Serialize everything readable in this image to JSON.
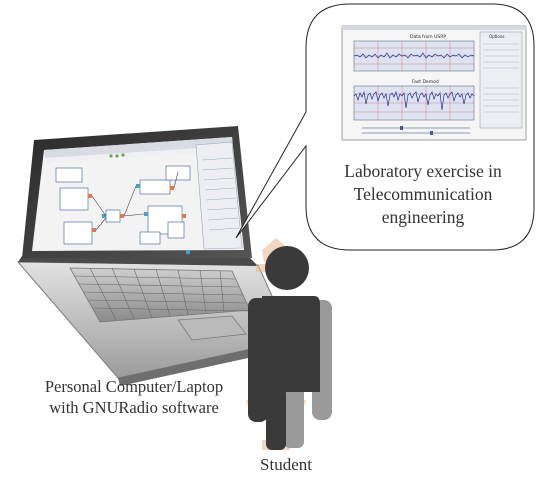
{
  "bubble": {
    "title": "Laboratory exercise in Telecommunication engineering"
  },
  "laptop": {
    "caption_line1": "Personal Computer/Laptop",
    "caption_line2": "with GNURadio software"
  },
  "student": {
    "label": "Student"
  },
  "scope_window": {
    "plot1_title": "Data from USRP",
    "plot2_title": "Fast Demod",
    "options_label": "Options"
  },
  "colors": {
    "student_dark": "#3a3a3a",
    "student_light": "#9a9a9a",
    "watermark": "#e8b48a",
    "screen_bg": "#f3f3f3",
    "plot_bg": "#dde3f0",
    "trace": "#2b2f9a",
    "grid": "#c44"
  }
}
